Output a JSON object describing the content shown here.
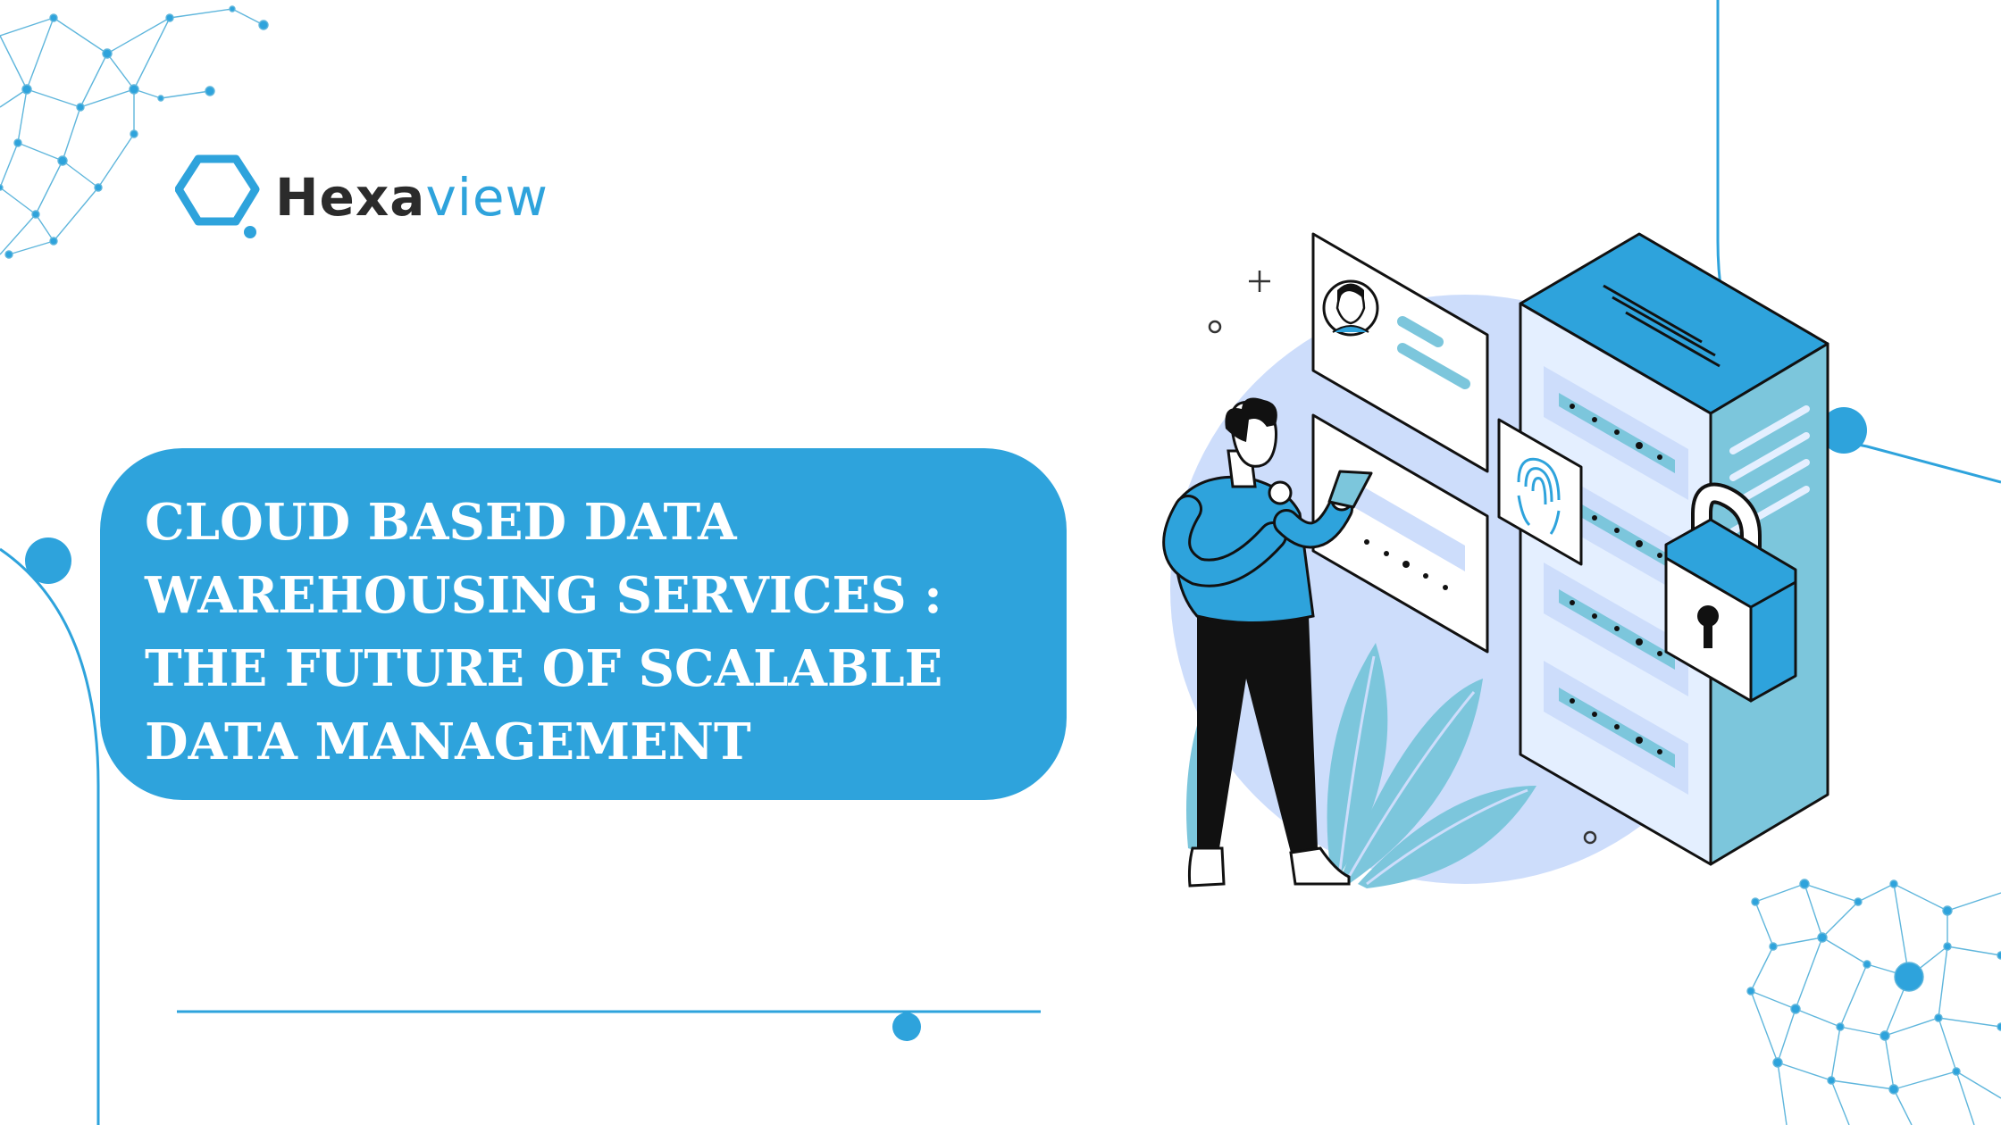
{
  "brand": {
    "name_bold": "Hexa",
    "name_light": "view",
    "color_primary": "#2ea3dc",
    "color_text_dark": "#2b2b2b"
  },
  "headline": {
    "lines": [
      "CLOUD BASED DATA",
      "WAREHOUSING SERVICES :",
      "THE FUTURE OF SCALABLE",
      "DATA MANAGEMENT"
    ]
  },
  "illustration": {
    "subject": "person-using-phone-at-secure-server-rack",
    "icons": [
      "user-profile-icon",
      "fingerprint-icon",
      "padlock-icon",
      "server-rack-icon"
    ]
  },
  "colors": {
    "background": "#ffffff",
    "accent": "#2ea3dc",
    "circle_bg": "#cdddfb",
    "server_face": "#e4efff",
    "leaf": "#7cc6dc"
  }
}
